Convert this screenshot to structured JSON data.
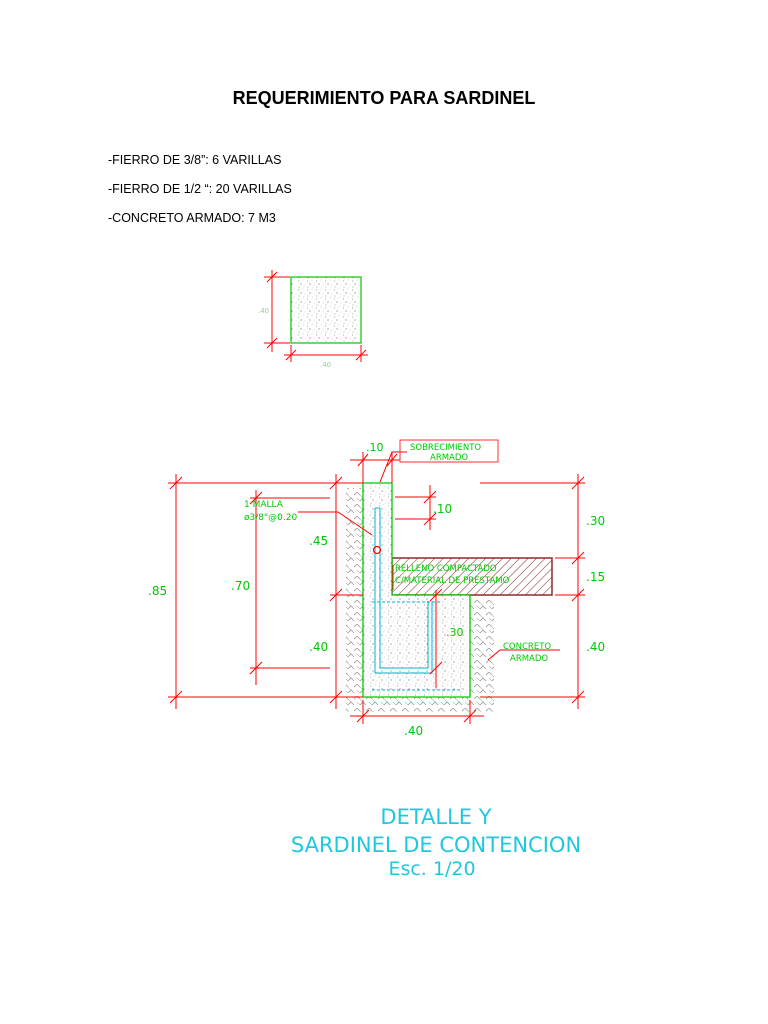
{
  "title": "REQUERIMIENTO PARA SARDINEL",
  "requirements": [
    "-FIERRO DE 3/8”: 6 VARILLAS",
    "-FIERRO DE 1/2 “: 20 VARILLAS",
    "-CONCRETO ARMADO:  7 M3"
  ],
  "small_section": {
    "height_label": ".40",
    "width_label": ".40"
  },
  "detail": {
    "top_width": ".10",
    "sobrecimiento_1": "SOBRECIMIENTO",
    "sobrecimiento_2": "ARMADO",
    "malla_1": "1 MALLA",
    "malla_2": "ø3/8\"@0.20",
    "dim_top_10": ".10",
    "dim_45": ".45",
    "dim_70": ".70",
    "dim_85": ".85",
    "dim_40_left": ".40",
    "dim_30_inner": ".30",
    "dim_30_right": ".30",
    "dim_15_right": ".15",
    "dim_40_right": ".40",
    "dim_40_bottom": ".40",
    "relleno_1": "RELLENO COMPACTADO",
    "relleno_2": "C/MATERIAL DE PRESTAMO",
    "concreto_1": "CONCRETO",
    "concreto_2": "ARMADO"
  },
  "caption": {
    "line1": "DETALLE Y",
    "line2": "SARDINEL DE CONTENCION",
    "line3": "Esc.  1/20"
  },
  "colors": {
    "dimension": "#ff0000",
    "concrete": "#00c800",
    "rebar": "#00b4c8",
    "caption": "#1fc8dc",
    "fill": "#8c2b2b"
  }
}
